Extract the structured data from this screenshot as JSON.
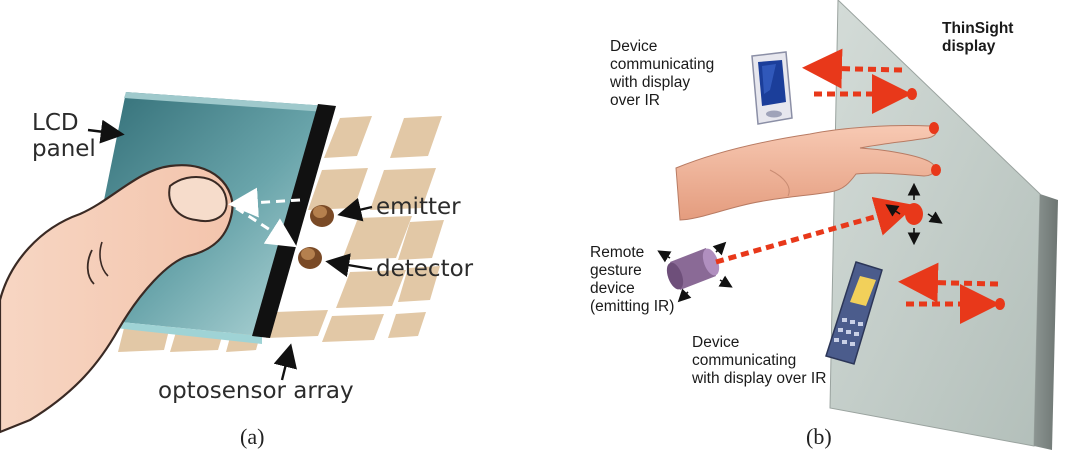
{
  "panel_a": {
    "labels": {
      "lcd_panel": "LCD\npanel",
      "emitter": "emitter",
      "detector": "detector",
      "optosensor_array": "optosensor array"
    },
    "caption": "(a)"
  },
  "panel_b": {
    "labels": {
      "display": "ThinSight\ndisplay",
      "device_top": "Device\ncommunicating\nwith display\nover IR",
      "remote_gesture": "Remote\ngesture\ndevice\n(emitting IR)",
      "device_bottom": "Device\ncommunicating\nwith display over IR"
    },
    "caption": "(b)"
  },
  "colors": {
    "ir_beam": "#e8381a",
    "sensor_tile": "#e2c8a6",
    "lcd_panel": "#4a8a92",
    "display_wall": "#c7d1cd",
    "skin": "#f2b8a0"
  }
}
